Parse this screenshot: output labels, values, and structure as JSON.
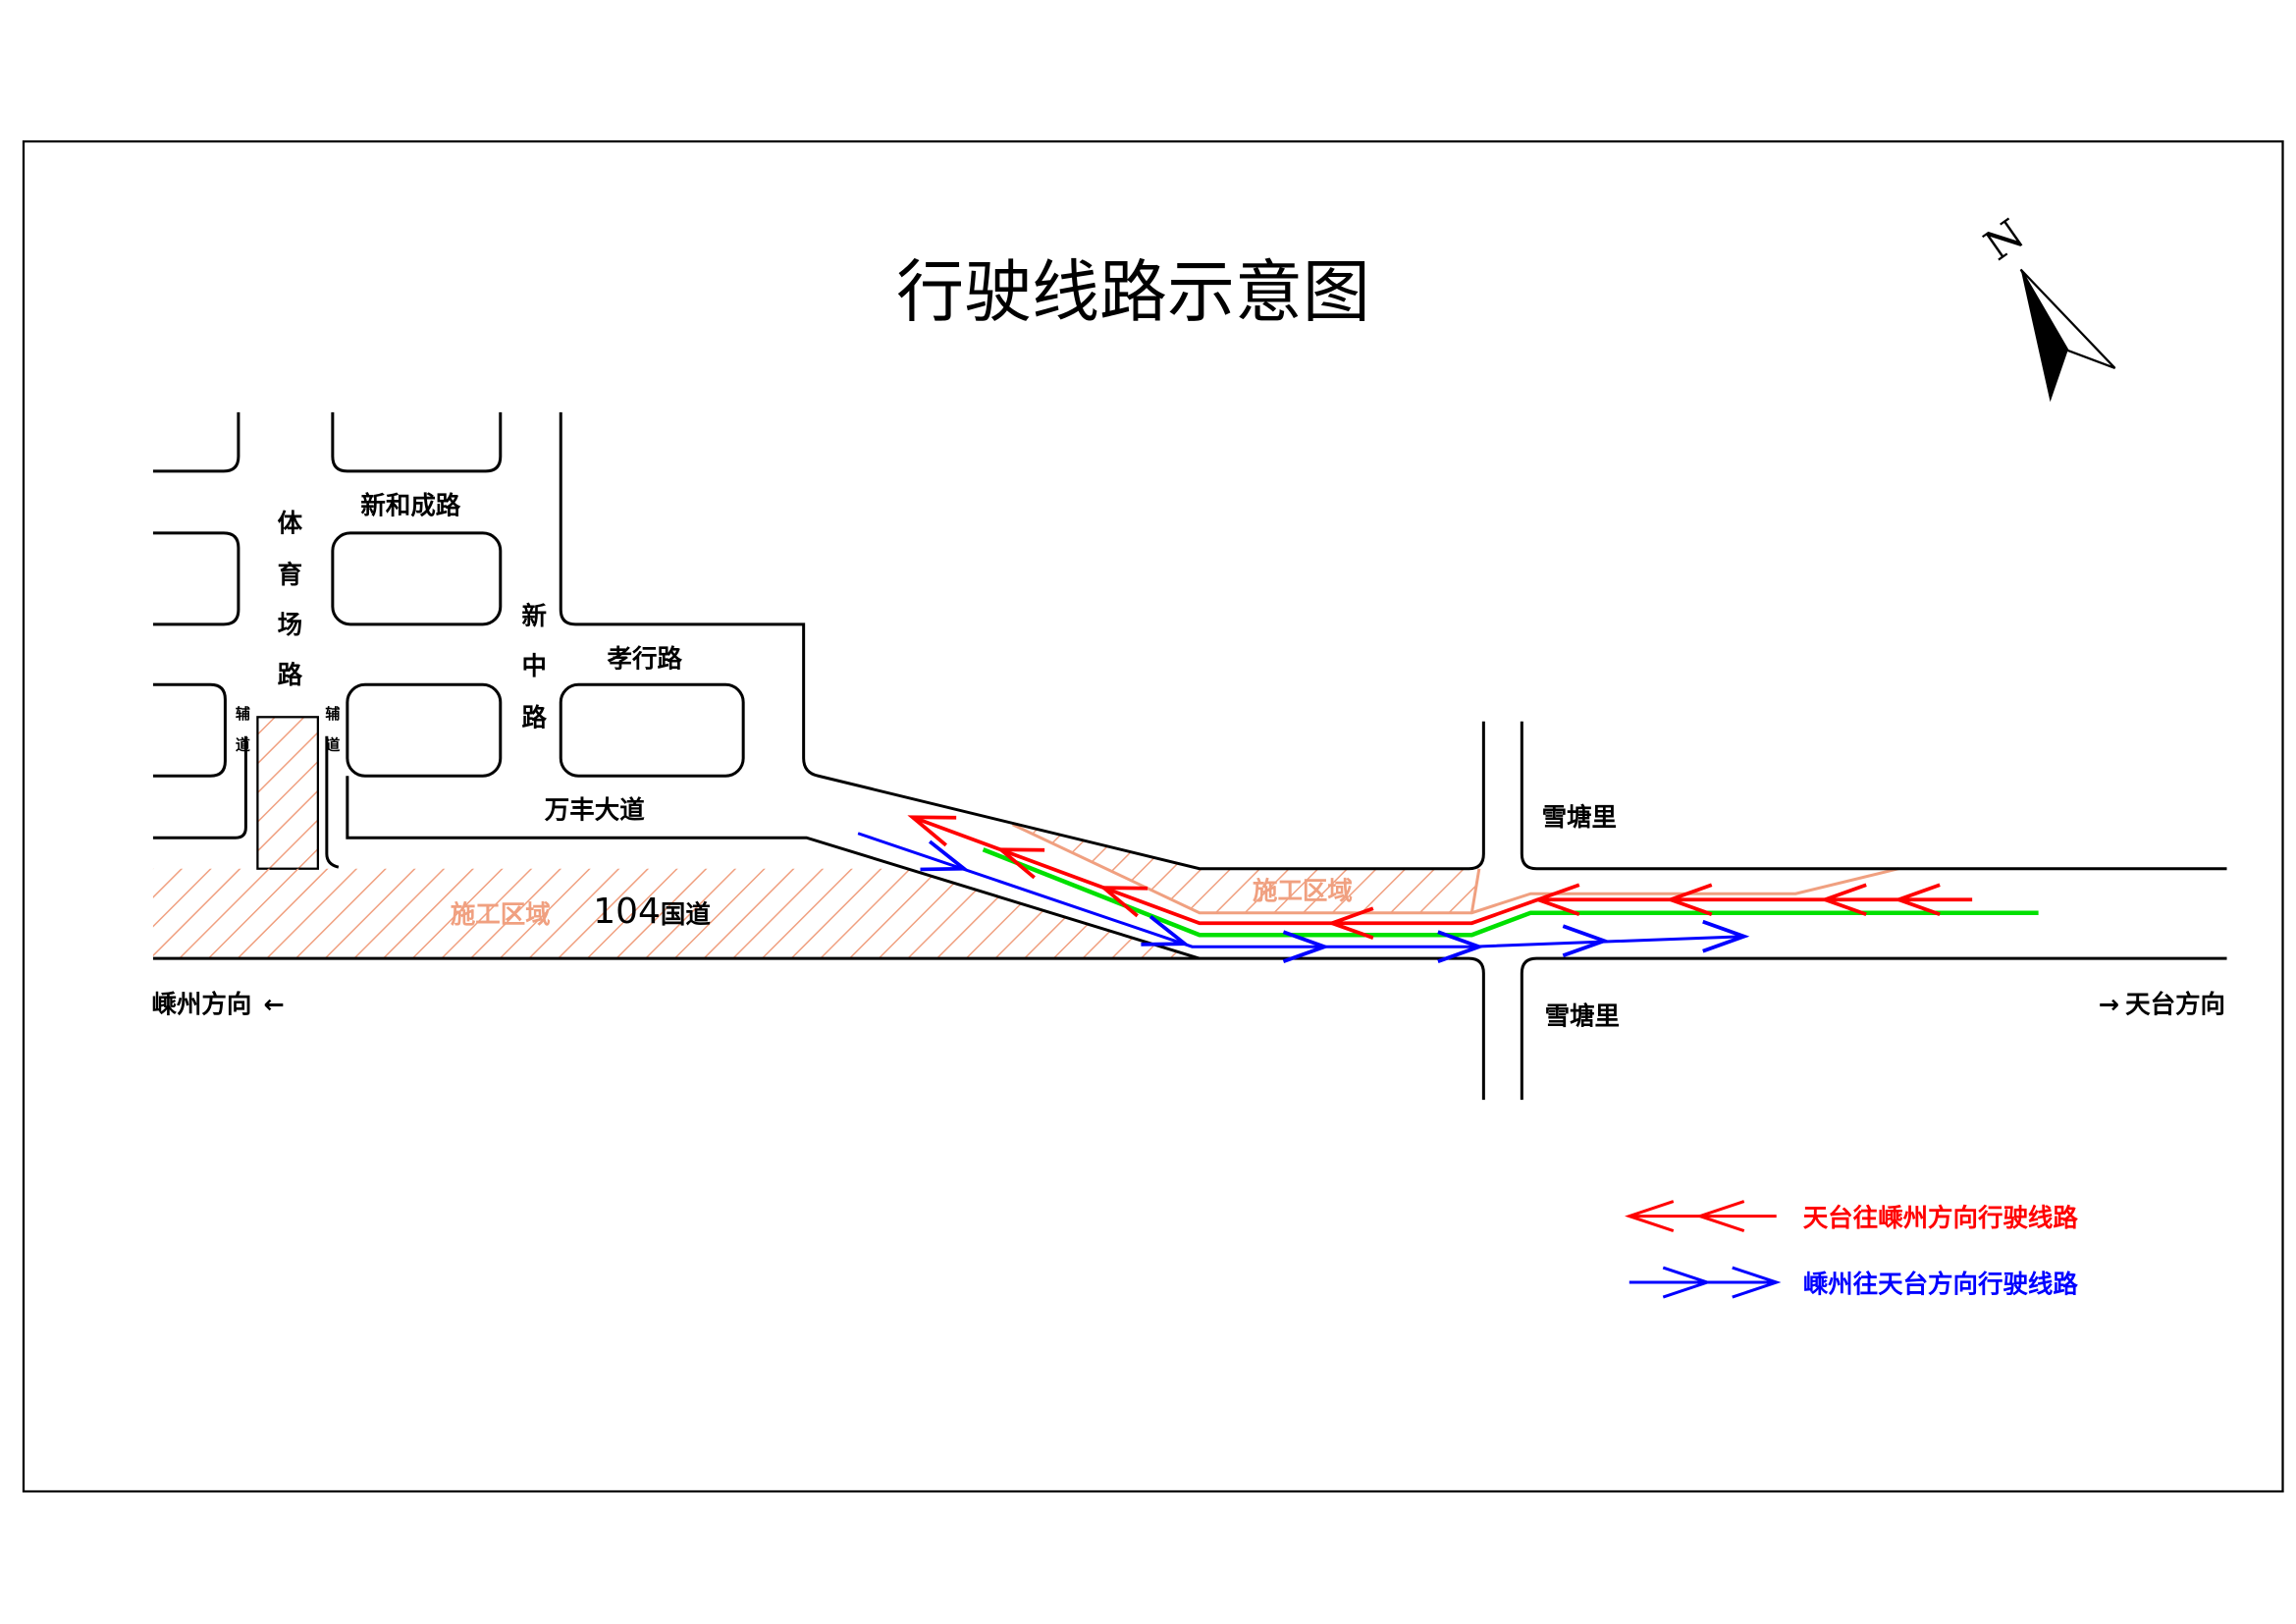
{
  "title": "行驶线路示意图",
  "north_label": "N",
  "roads": {
    "tiyuchang": [
      "体",
      "育",
      "场",
      "路"
    ],
    "xinzhong": [
      "新",
      "中",
      "路"
    ],
    "fudao_left": [
      "辅",
      "道"
    ],
    "fudao_right": [
      "辅",
      "道"
    ],
    "xinhecheng": "新和成路",
    "xiaoxing": "孝行路",
    "wanfeng": "万丰大道",
    "national_road_number": "104",
    "national_road_suffix": "国道",
    "xuetangli_north": "雪塘里",
    "xuetangli_south": "雪塘里"
  },
  "construction_zone_label": "施工区域",
  "directions": {
    "west": "嵊州方向",
    "west_arrow": "←",
    "east": "天台方向",
    "east_arrow": "→"
  },
  "legend": [
    {
      "label": "天台往嵊州方向行驶线路",
      "color": "#ff0000"
    },
    {
      "label": "嵊州往天台方向行驶线路",
      "color": "#0000ff"
    }
  ],
  "colors": {
    "westbound_route": "#ff0000",
    "eastbound_route": "#0000ff",
    "lane_divider": "#00e000",
    "construction": "#f0a080"
  }
}
